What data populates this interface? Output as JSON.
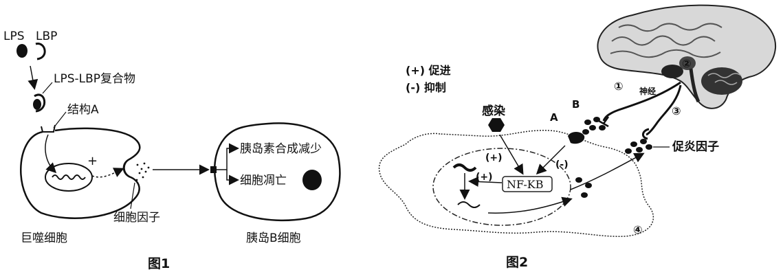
{
  "figure1": {
    "caption": "图1",
    "lps": "LPS",
    "lbp": "LBP",
    "complex": "LPS-LBP复合物",
    "structure_a": "结构A",
    "plus": "+",
    "macrophage": "巨噬细胞",
    "cytokine": "细胞因子",
    "beta_cell": "胰岛B细胞",
    "effect_1": "胰岛素合成减少",
    "effect_2": "细胞凋亡"
  },
  "figure2": {
    "caption": "图2",
    "legend_promote": "(+) 促进",
    "legend_inhibit": "(-) 抑制",
    "infection": "感染",
    "label_a": "A",
    "label_b": "B",
    "nerve": "神经",
    "n1": "①",
    "n2": "②",
    "n3": "③",
    "n4": "④",
    "nfkb": "NF-KB",
    "plus_1": "(+)",
    "plus_2": "(+)",
    "minus": "(-)",
    "inflammatory": "促炎因子"
  }
}
